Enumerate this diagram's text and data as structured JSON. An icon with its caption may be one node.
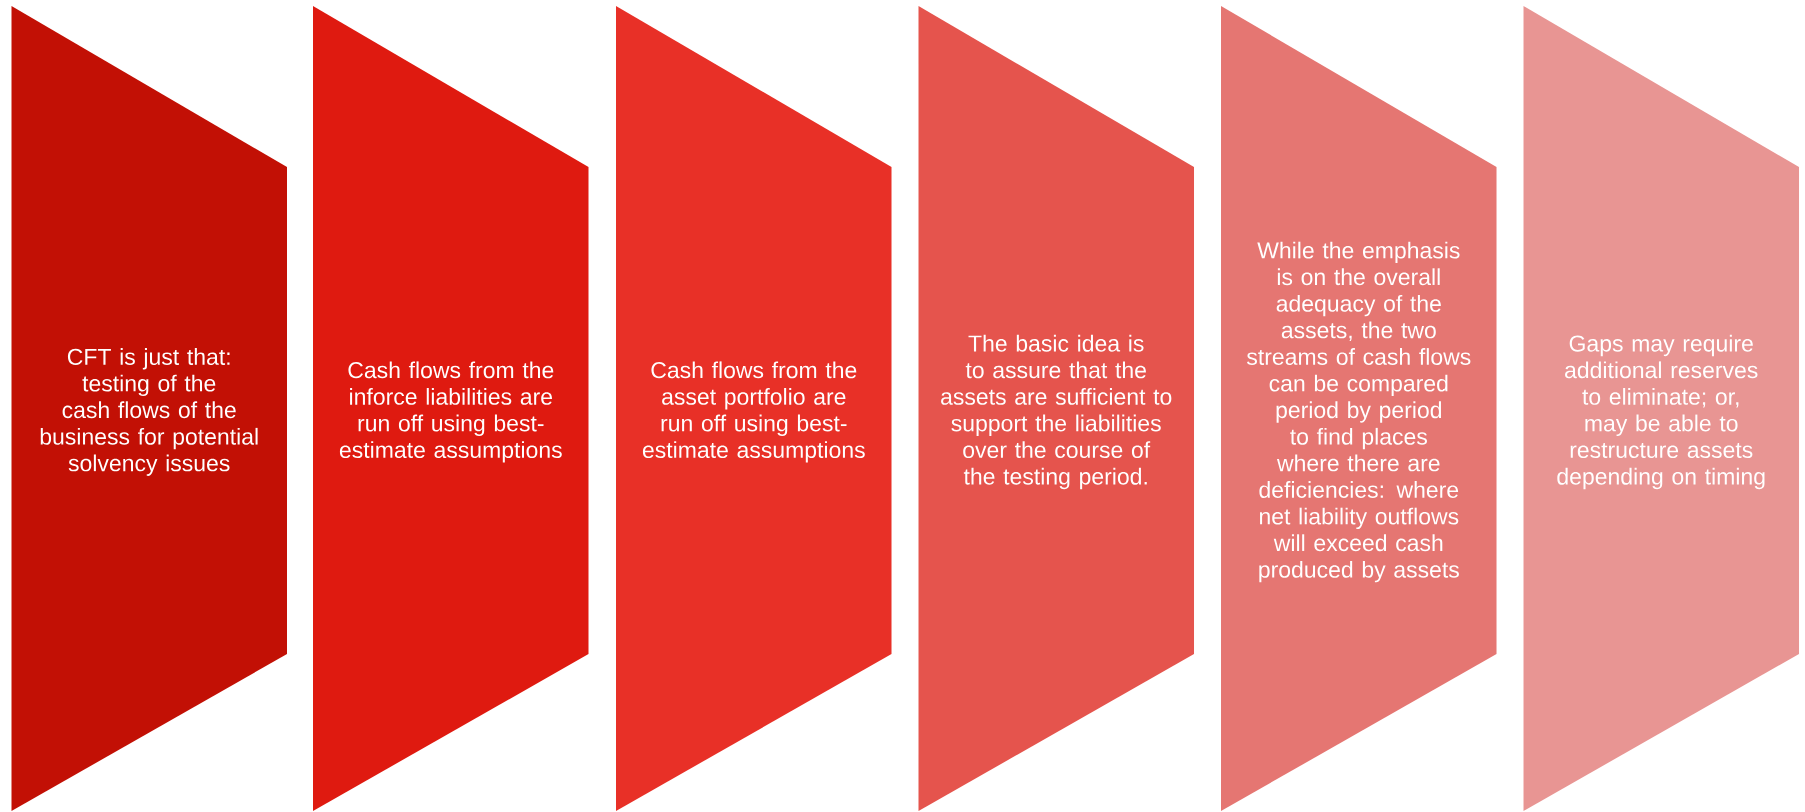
{
  "diagram": {
    "nodes": [
      {
        "text": [
          "CFT is just that: testing of the cash flows of the business for potential solvency issues"
        ]
      },
      {
        "text": [
          "Cash flows from the inforce liabilities are run off using best-estimate assumptions"
        ]
      },
      {
        "text": [
          "Cash flows from the asset portfolio are run off using best-estimate assumptions"
        ]
      },
      {
        "text": [
          "The basic idea is to assure that the assets are sufficient to support the liabilities over the course of the testing period."
        ]
      },
      {
        "text": [
          "While the emphasis is on the overall adequacy of the assets, the two streams of cash flows can be compared period by period to find places where there are deficiencies: where net liability outflows will exceed cash produced by assets"
        ]
      },
      {
        "text": [
          "Gaps may require additional reserves to eliminate; or, may be able to restructure assets depending on timing"
        ]
      }
    ]
  }
}
